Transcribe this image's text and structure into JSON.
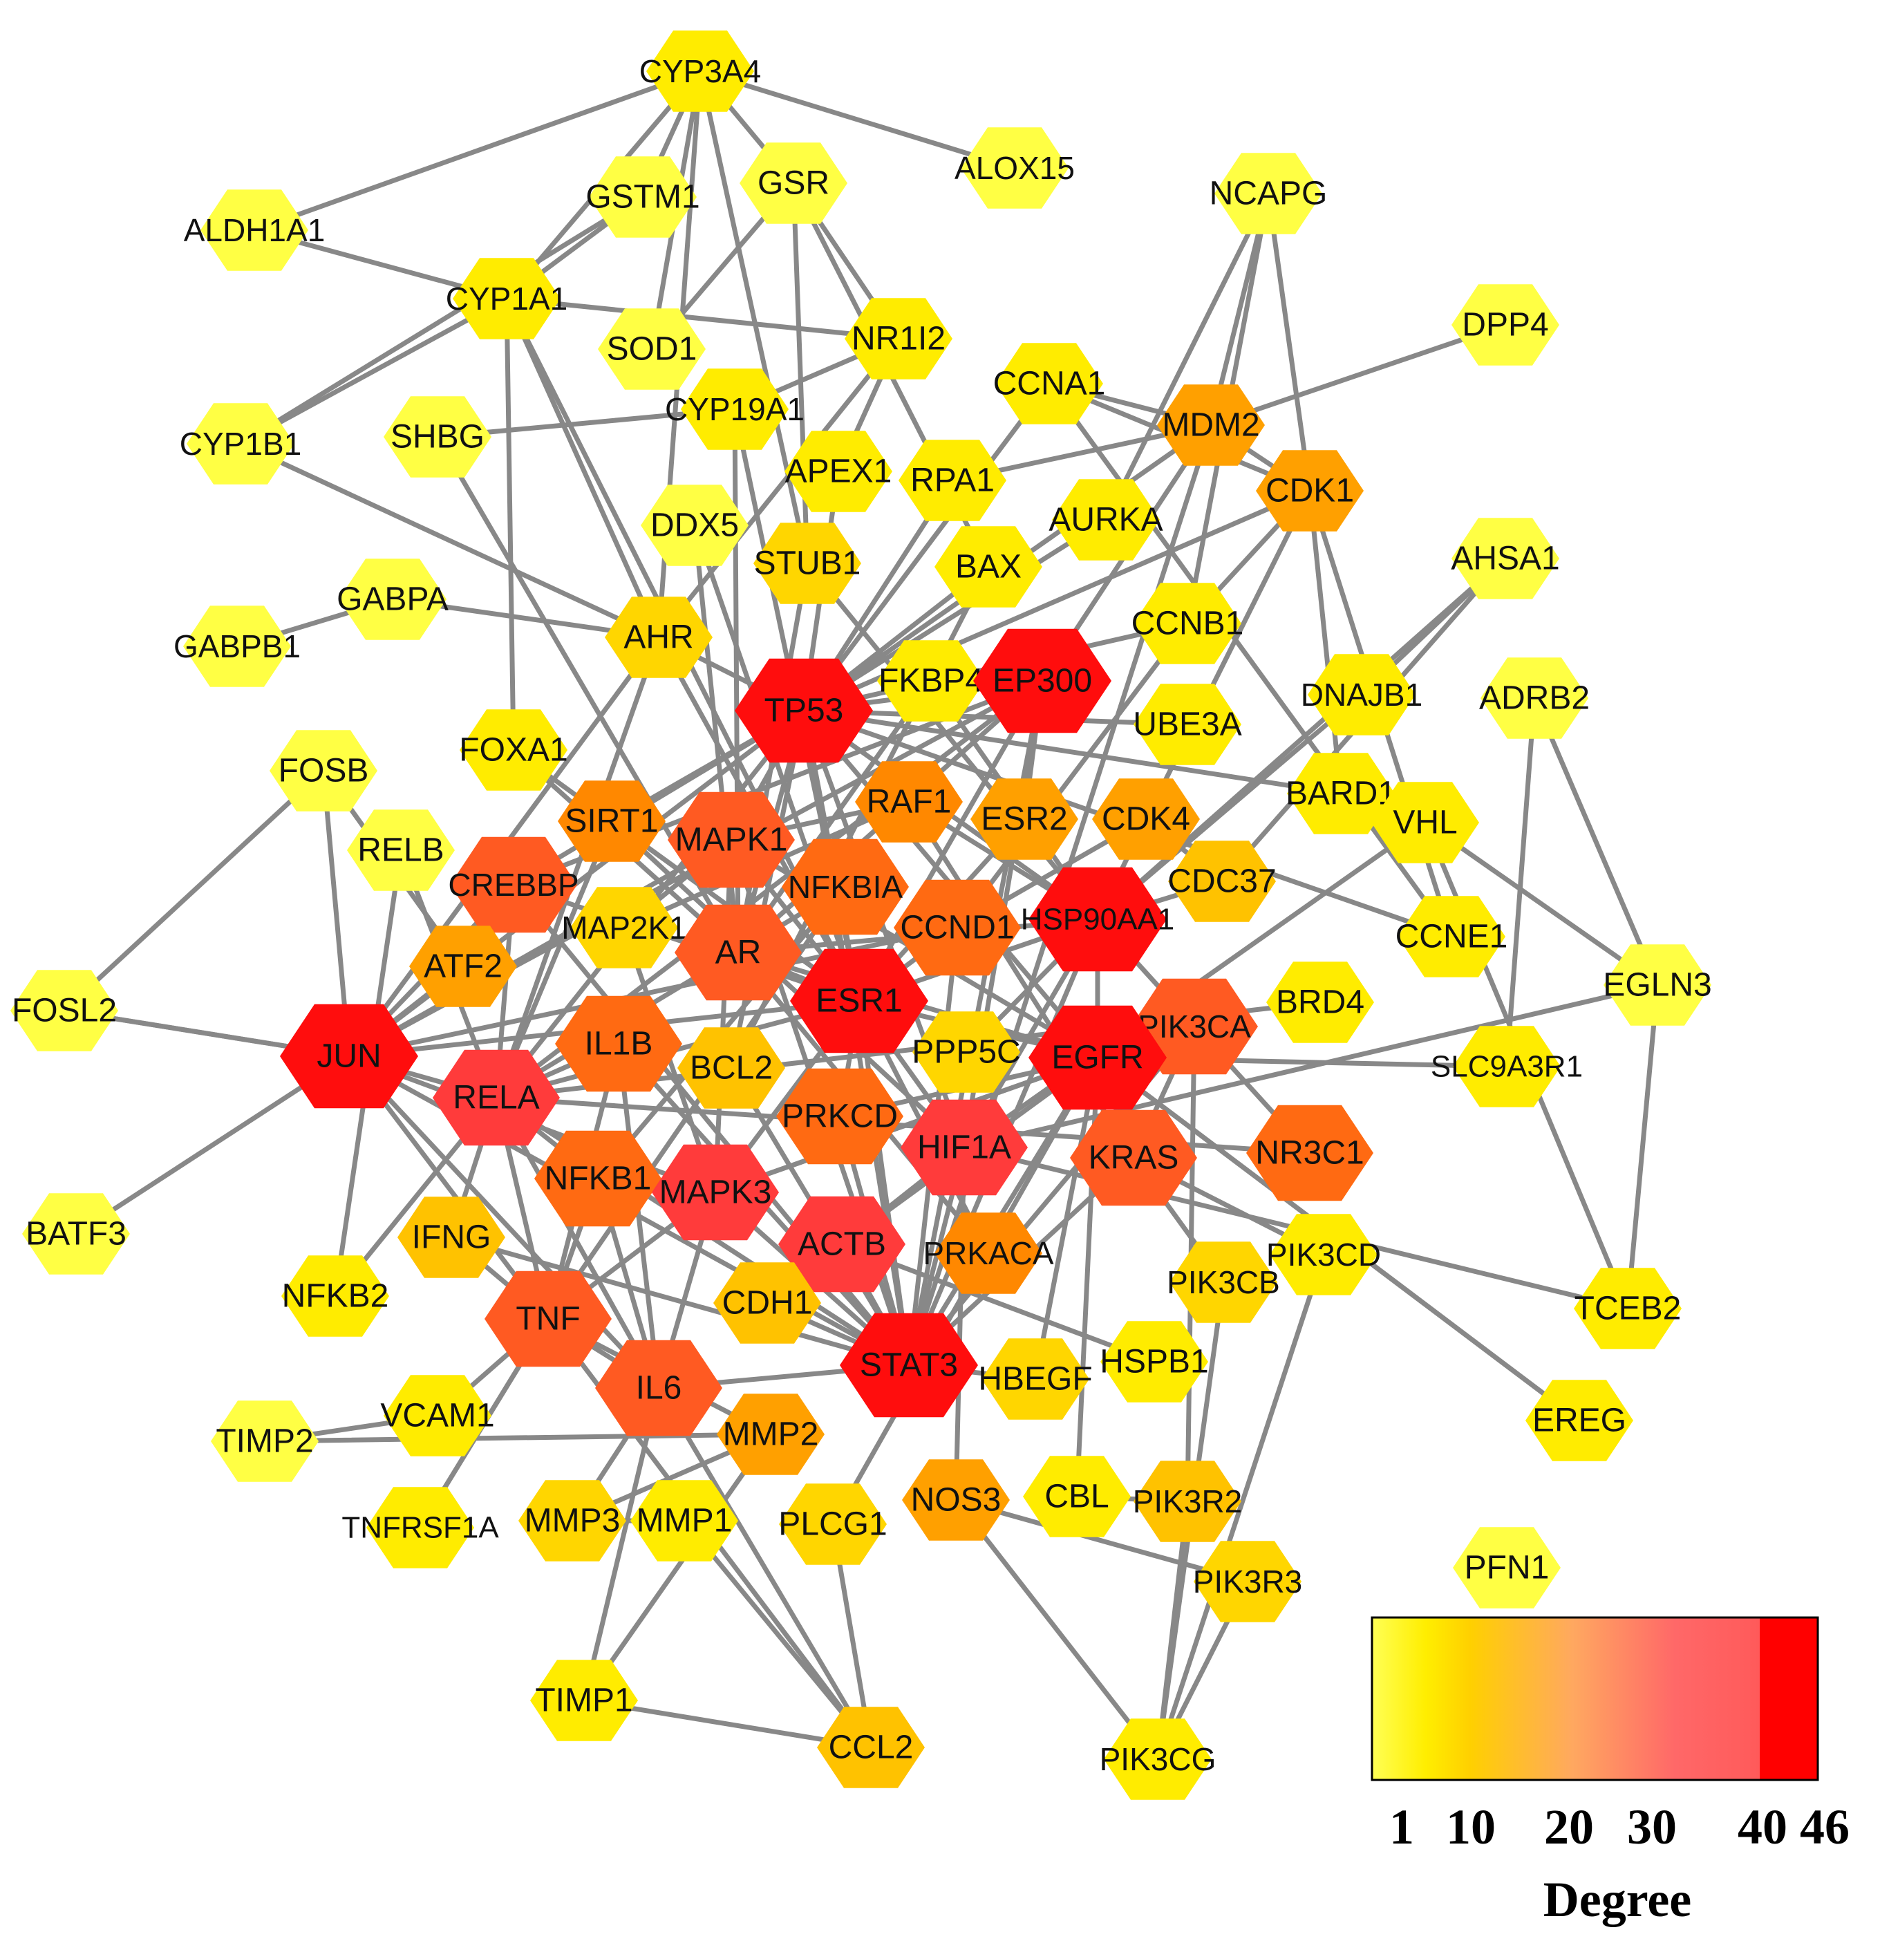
{
  "colors": {
    "edge": "#888888",
    "low": "#ffff44",
    "mid": "#ffd200",
    "high": "#ff6060",
    "max": "#ff0000"
  },
  "nodes": [
    {
      "id": "CYP3A4",
      "degree": 4
    },
    {
      "id": "ALOX15",
      "degree": 1
    },
    {
      "id": "GSTM1",
      "degree": 3
    },
    {
      "id": "GSR",
      "degree": 3
    },
    {
      "id": "NCAPG",
      "degree": 3
    },
    {
      "id": "ALDH1A1",
      "degree": 2
    },
    {
      "id": "CYP1A1",
      "degree": 5
    },
    {
      "id": "SOD1",
      "degree": 2
    },
    {
      "id": "NR1I2",
      "degree": 4
    },
    {
      "id": "DPP4",
      "degree": 1
    },
    {
      "id": "CYP1B1",
      "degree": 3
    },
    {
      "id": "SHBG",
      "degree": 2
    },
    {
      "id": "CYP19A1",
      "degree": 4
    },
    {
      "id": "CCNA1",
      "degree": 5
    },
    {
      "id": "MDM2",
      "degree": 15
    },
    {
      "id": "APEX1",
      "degree": 5
    },
    {
      "id": "RPA1",
      "degree": 5
    },
    {
      "id": "CDK1",
      "degree": 14
    },
    {
      "id": "DDX5",
      "degree": 3
    },
    {
      "id": "AURKA",
      "degree": 6
    },
    {
      "id": "STUB1",
      "degree": 8
    },
    {
      "id": "BAX",
      "degree": 6
    },
    {
      "id": "AHSA1",
      "degree": 3
    },
    {
      "id": "GABPA",
      "degree": 1
    },
    {
      "id": "GABPB1",
      "degree": 1
    },
    {
      "id": "AHR",
      "degree": 8
    },
    {
      "id": "CCNB1",
      "degree": 6
    },
    {
      "id": "TP53",
      "degree": 45
    },
    {
      "id": "FKBP4",
      "degree": 6
    },
    {
      "id": "EP300",
      "degree": 42
    },
    {
      "id": "DNAJB1",
      "degree": 5
    },
    {
      "id": "ADRB2",
      "degree": 2
    },
    {
      "id": "UBE3A",
      "degree": 5
    },
    {
      "id": "FOSB",
      "degree": 2
    },
    {
      "id": "FOXA1",
      "degree": 4
    },
    {
      "id": "SIRT1",
      "degree": 18
    },
    {
      "id": "RAF1",
      "degree": 19
    },
    {
      "id": "ESR2",
      "degree": 14
    },
    {
      "id": "CDK4",
      "degree": 14
    },
    {
      "id": "BARD1",
      "degree": 5
    },
    {
      "id": "VHL",
      "degree": 4
    },
    {
      "id": "MAPK1",
      "degree": 28
    },
    {
      "id": "RELB",
      "degree": 3
    },
    {
      "id": "CREBBP",
      "degree": 27
    },
    {
      "id": "NFKBIA",
      "degree": 22
    },
    {
      "id": "CDC37",
      "degree": 10
    },
    {
      "id": "HSP90AA1",
      "degree": 46
    },
    {
      "id": "CCND1",
      "degree": 24
    },
    {
      "id": "MAP2K1",
      "degree": 7
    },
    {
      "id": "CCNE1",
      "degree": 6
    },
    {
      "id": "AR",
      "degree": 28
    },
    {
      "id": "ATF2",
      "degree": 15
    },
    {
      "id": "FOSL2",
      "degree": 2
    },
    {
      "id": "ESR1",
      "degree": 46
    },
    {
      "id": "EGLN3",
      "degree": 3
    },
    {
      "id": "BRD4",
      "degree": 4
    },
    {
      "id": "PIK3CA",
      "degree": 26
    },
    {
      "id": "IL1B",
      "degree": 23
    },
    {
      "id": "JUN",
      "degree": 40
    },
    {
      "id": "PPP5C",
      "degree": 7
    },
    {
      "id": "BCL2",
      "degree": 10
    },
    {
      "id": "EGFR",
      "degree": 44
    },
    {
      "id": "SLC9A3R1",
      "degree": 4
    },
    {
      "id": "RELA",
      "degree": 39
    },
    {
      "id": "PRKCD",
      "degree": 21
    },
    {
      "id": "HIF1A",
      "degree": 33
    },
    {
      "id": "KRAS",
      "degree": 32
    },
    {
      "id": "NR3C1",
      "degree": 24
    },
    {
      "id": "NFKB1",
      "degree": 23
    },
    {
      "id": "MAPK3",
      "degree": 36
    },
    {
      "id": "BATF3",
      "degree": 1
    },
    {
      "id": "IFNG",
      "degree": 13
    },
    {
      "id": "ACTB",
      "degree": 34
    },
    {
      "id": "PRKACA",
      "degree": 19
    },
    {
      "id": "PIK3CD",
      "degree": 6
    },
    {
      "id": "NFKB2",
      "degree": 4
    },
    {
      "id": "CDH1",
      "degree": 12
    },
    {
      "id": "PIK3CB",
      "degree": 7
    },
    {
      "id": "TNF",
      "degree": 28
    },
    {
      "id": "TCEB2",
      "degree": 4
    },
    {
      "id": "STAT3",
      "degree": 45
    },
    {
      "id": "HBEGF",
      "degree": 8
    },
    {
      "id": "HSPB1",
      "degree": 5
    },
    {
      "id": "IL6",
      "degree": 27
    },
    {
      "id": "VCAM1",
      "degree": 5
    },
    {
      "id": "TIMP2",
      "degree": 3
    },
    {
      "id": "EREG",
      "degree": 4
    },
    {
      "id": "MMP2",
      "degree": 15
    },
    {
      "id": "CBL",
      "degree": 6
    },
    {
      "id": "NOS3",
      "degree": 15
    },
    {
      "id": "PIK3R2",
      "degree": 10
    },
    {
      "id": "TNFRSF1A",
      "degree": 5
    },
    {
      "id": "MMP3",
      "degree": 8
    },
    {
      "id": "MMP1",
      "degree": 6
    },
    {
      "id": "PLCG1",
      "degree": 8
    },
    {
      "id": "PFN1",
      "degree": 1
    },
    {
      "id": "PIK3R3",
      "degree": 7
    },
    {
      "id": "TIMP1",
      "degree": 6
    },
    {
      "id": "CCL2",
      "degree": 13
    },
    {
      "id": "PIK3CG",
      "degree": 6
    }
  ],
  "node_labels": {
    "CYP3A4": "CYP3A4",
    "ALOX15": "ALOX15",
    "GSTM1": "GSTM1",
    "GSR": "GSR",
    "NCAPG": "NCAPG",
    "ALDH1A1": "ALDH1A1",
    "CYP1A1": "CYP1A1",
    "SOD1": "SOD1",
    "NR1I2": "NR1I2",
    "DPP4": "DPP4",
    "CYP1B1": "CYP1B1",
    "SHBG": "SHBG",
    "CYP19A1": "CYP19A1",
    "CCNA1": "CCNA1",
    "MDM2": "MDM2",
    "APEX1": "APEX1",
    "RPA1": "RPA1",
    "CDK1": "CDK1",
    "DDX5": "DDX5",
    "AURKA": "AURKA",
    "STUB1": "STUB1",
    "BAX": "BAX",
    "AHSA1": "AHSA1",
    "GABPA": "GABPA",
    "GABPB1": "GABPB1",
    "AHR": "AHR",
    "CCNB1": "CCNB1",
    "TP53": "TP53",
    "FKBP4": "FKBP4",
    "EP300": "EP300",
    "DNAJB1": "DNAJB1",
    "ADRB2": "ADRB2",
    "UBE3A": "UBE3A",
    "FOSB": "FOSB",
    "FOXA1": "FOXA1",
    "SIRT1": "SIRT1",
    "RAF1": "RAF1",
    "ESR2": "ESR2",
    "CDK4": "CDK4",
    "BARD1": "BARD1",
    "VHL": "VHL",
    "MAPK1": "MAPK1",
    "RELB": "RELB",
    "CREBBP": "CREBBP",
    "NFKBIA": "NFKBIA",
    "CDC37": "CDC37",
    "HSP90AA1": "HSP90AA1",
    "CCND1": "CCND1",
    "MAP2K1": "MAP2K1",
    "CCNE1": "CCNE1",
    "AR": "AR",
    "ATF2": "ATF2",
    "FOSL2": "FOSL2",
    "ESR1": "ESR1",
    "EGLN3": "EGLN3",
    "BRD4": "BRD4",
    "PIK3CA": "PIK3CA",
    "IL1B": "IL1B",
    "JUN": "JUN",
    "PPP5C": "PPP5C",
    "BCL2": "BCL2",
    "EGFR": "EGFR",
    "SLC9A3R1": "SLC9A3R1",
    "RELA": "RELA",
    "PRKCD": "PRKCD",
    "HIF1A": "HIF1A",
    "KRAS": "KRAS",
    "NR3C1": "NR3C1",
    "NFKB1": "NFKB1",
    "MAPK3": "MAPK3",
    "BATF3": "BATF3",
    "IFNG": "IFNG",
    "ACTB": "ACTB",
    "PRKACA": "PRKACA",
    "PIK3CD": "PIK3CD",
    "NFKB2": "NFKB2",
    "CDH1": "CDH1",
    "PIK3CB": "PIK3CB",
    "TNF": "TNF",
    "TCEB2": "TCEB2",
    "STAT3": "STAT3",
    "HBEGF": "HBEGF",
    "HSPB1": "HSPB1",
    "IL6": "IL6",
    "VCAM1": "VCAM1",
    "TIMP2": "TIMP2",
    "EREG": "EREG",
    "MMP2": "MMP2",
    "CBL": "CBL",
    "NOS3": "NOS3",
    "PIK3R2": "PIK3R2",
    "TNFRSF1A": "TNFRSF1A",
    "MMP3": "MMP3",
    "MMP1": "MMP1",
    "PLCG1": "PLCG1",
    "PFN1": "PFN1",
    "PIK3R3": "PIK3R3",
    "TIMP1": "TIMP1",
    "CCL2": "CCL2",
    "PIK3CG": "PIK3CG"
  },
  "edges": [
    [
      "CYP3A4",
      "ALOX15"
    ],
    [
      "CYP3A4",
      "GSTM1"
    ],
    [
      "CYP3A4",
      "GSR"
    ],
    [
      "CYP3A4",
      "ALDH1A1"
    ],
    [
      "CYP3A4",
      "CYP1A1"
    ],
    [
      "CYP3A4",
      "SOD1"
    ],
    [
      "CYP3A4",
      "AHR"
    ],
    [
      "CYP3A4",
      "STUB1"
    ],
    [
      "GSTM1",
      "CYP1A1"
    ],
    [
      "GSTM1",
      "CYP1B1"
    ],
    [
      "GSR",
      "NR1I2"
    ],
    [
      "GSR",
      "SOD1"
    ],
    [
      "GSR",
      "STUB1"
    ],
    [
      "GSR",
      "BAX"
    ],
    [
      "NCAPG",
      "MDM2"
    ],
    [
      "NCAPG",
      "CDK1"
    ],
    [
      "NCAPG",
      "CCNB1"
    ],
    [
      "NCAPG",
      "AURKA"
    ],
    [
      "ALDH1A1",
      "CYP1A1"
    ],
    [
      "CYP1A1",
      "NR1I2"
    ],
    [
      "CYP1A1",
      "CYP1B1"
    ],
    [
      "CYP1A1",
      "AHR"
    ],
    [
      "CYP1A1",
      "FOXA1"
    ],
    [
      "CYP1A1",
      "ESR1"
    ],
    [
      "NR1I2",
      "CYP19A1"
    ],
    [
      "NR1I2",
      "AHR"
    ],
    [
      "NR1I2",
      "APEX1"
    ],
    [
      "DPP4",
      "MDM2"
    ],
    [
      "CYP1B1",
      "AHR"
    ],
    [
      "SHBG",
      "CYP19A1"
    ],
    [
      "SHBG",
      "AR"
    ],
    [
      "CYP19A1",
      "ESR1"
    ],
    [
      "CYP19A1",
      "AR"
    ],
    [
      "CCNA1",
      "MDM2"
    ],
    [
      "CCNA1",
      "CDK1"
    ],
    [
      "CCNA1",
      "TP53"
    ],
    [
      "CCNA1",
      "CCNE1"
    ],
    [
      "MDM2",
      "TP53"
    ],
    [
      "MDM2",
      "CDK1"
    ],
    [
      "MDM2",
      "EP300"
    ],
    [
      "MDM2",
      "RPA1"
    ],
    [
      "MDM2",
      "STAT3"
    ],
    [
      "APEX1",
      "TP53"
    ],
    [
      "RPA1",
      "TP53"
    ],
    [
      "CDK1",
      "CCNB1"
    ],
    [
      "CDK1",
      "TP53"
    ],
    [
      "CDK1",
      "CDK4"
    ],
    [
      "CDK1",
      "CCNE1"
    ],
    [
      "CDK1",
      "BARD1"
    ],
    [
      "DDX5",
      "ESR1"
    ],
    [
      "DDX5",
      "AR"
    ],
    [
      "AURKA",
      "TP53"
    ],
    [
      "STUB1",
      "HSP90AA1"
    ],
    [
      "STUB1",
      "AR"
    ],
    [
      "BAX",
      "TP53"
    ],
    [
      "BAX",
      "BCL2"
    ],
    [
      "AHSA1",
      "HSP90AA1"
    ],
    [
      "AHSA1",
      "CDC37"
    ],
    [
      "AHSA1",
      "DNAJB1"
    ],
    [
      "GABPA",
      "AHR"
    ],
    [
      "GABPB1",
      "GABPA"
    ],
    [
      "AHR",
      "TP53"
    ],
    [
      "AHR",
      "ESR1"
    ],
    [
      "AHR",
      "RELA"
    ],
    [
      "AHR",
      "JUN"
    ],
    [
      "CCNB1",
      "TP53"
    ],
    [
      "CCNB1",
      "CCND1"
    ],
    [
      "TP53",
      "EP300"
    ],
    [
      "TP53",
      "HSP90AA1"
    ],
    [
      "TP53",
      "ESR1"
    ],
    [
      "TP53",
      "MAPK1"
    ],
    [
      "TP53",
      "JUN"
    ],
    [
      "TP53",
      "RELA"
    ],
    [
      "TP53",
      "STAT3"
    ],
    [
      "TP53",
      "SIRT1"
    ],
    [
      "TP53",
      "CREBBP"
    ],
    [
      "TP53",
      "AR"
    ],
    [
      "TP53",
      "EGFR"
    ],
    [
      "TP53",
      "HIF1A"
    ],
    [
      "FKBP4",
      "HSP90AA1"
    ],
    [
      "FKBP4",
      "AR"
    ],
    [
      "EP300",
      "ESR1"
    ],
    [
      "EP300",
      "STAT3"
    ],
    [
      "EP300",
      "HIF1A"
    ],
    [
      "EP300",
      "RELA"
    ],
    [
      "EP300",
      "CREBBP"
    ],
    [
      "EP300",
      "AR"
    ],
    [
      "EP300",
      "JUN"
    ],
    [
      "DNAJB1",
      "HSP90AA1"
    ],
    [
      "ADRB2",
      "EGLN3"
    ],
    [
      "ADRB2",
      "SLC9A3R1"
    ],
    [
      "UBE3A",
      "TP53"
    ],
    [
      "FOSB",
      "JUN"
    ],
    [
      "FOSB",
      "ATF2"
    ],
    [
      "FOXA1",
      "ESR1"
    ],
    [
      "FOXA1",
      "AR"
    ],
    [
      "SIRT1",
      "ESR1"
    ],
    [
      "SIRT1",
      "RELA"
    ],
    [
      "SIRT1",
      "HIF1A"
    ],
    [
      "RAF1",
      "MAPK1"
    ],
    [
      "RAF1",
      "HSP90AA1"
    ],
    [
      "RAF1",
      "KRAS"
    ],
    [
      "RAF1",
      "MAP2K1"
    ],
    [
      "ESR2",
      "ESR1"
    ],
    [
      "ESR2",
      "EP300"
    ],
    [
      "CDK4",
      "HSP90AA1"
    ],
    [
      "CDK4",
      "CCND1"
    ],
    [
      "CDK4",
      "CDC37"
    ],
    [
      "BARD1",
      "TP53"
    ],
    [
      "VHL",
      "HIF1A"
    ],
    [
      "VHL",
      "EGLN3"
    ],
    [
      "VHL",
      "TCEB2"
    ],
    [
      "MAPK1",
      "ESR1"
    ],
    [
      "MAPK1",
      "EGFR"
    ],
    [
      "MAPK1",
      "STAT3"
    ],
    [
      "MAPK1",
      "JUN"
    ],
    [
      "MAPK1",
      "MAPK3"
    ],
    [
      "MAPK1",
      "MAP2K1"
    ],
    [
      "RELB",
      "RELA"
    ],
    [
      "RELB",
      "NFKB2"
    ],
    [
      "CREBBP",
      "RELA"
    ],
    [
      "CREBBP",
      "STAT3"
    ],
    [
      "CREBBP",
      "JUN"
    ],
    [
      "CREBBP",
      "ESR1"
    ],
    [
      "NFKBIA",
      "RELA"
    ],
    [
      "NFKBIA",
      "NFKB1"
    ],
    [
      "NFKBIA",
      "TNF"
    ],
    [
      "CDC37",
      "HSP90AA1"
    ],
    [
      "HSP90AA1",
      "ESR1"
    ],
    [
      "HSP90AA1",
      "EGFR"
    ],
    [
      "HSP90AA1",
      "AR"
    ],
    [
      "HSP90AA1",
      "HIF1A"
    ],
    [
      "HSP90AA1",
      "STAT3"
    ],
    [
      "CCND1",
      "ESR1"
    ],
    [
      "CCND1",
      "STAT3"
    ],
    [
      "CCNE1",
      "TP53"
    ],
    [
      "AR",
      "ESR1"
    ],
    [
      "AR",
      "EGFR"
    ],
    [
      "ATF2",
      "JUN"
    ],
    [
      "FOSL2",
      "JUN"
    ],
    [
      "FOSL2",
      "FOSB"
    ],
    [
      "ESR1",
      "EGFR"
    ],
    [
      "ESR1",
      "STAT3"
    ],
    [
      "ESR1",
      "JUN"
    ],
    [
      "ESR1",
      "RELA"
    ],
    [
      "ESR1",
      "HIF1A"
    ],
    [
      "ESR1",
      "MAPK3"
    ],
    [
      "EGLN3",
      "HIF1A"
    ],
    [
      "EGLN3",
      "TCEB2"
    ],
    [
      "BRD4",
      "RELA"
    ],
    [
      "PIK3CA",
      "EGFR"
    ],
    [
      "PIK3CA",
      "KRAS"
    ],
    [
      "PIK3CA",
      "STAT3"
    ],
    [
      "PIK3CA",
      "PIK3R2"
    ],
    [
      "IL1B",
      "TNF"
    ],
    [
      "IL1B",
      "IL6"
    ],
    [
      "IL1B",
      "RELA"
    ],
    [
      "JUN",
      "RELA"
    ],
    [
      "JUN",
      "STAT3"
    ],
    [
      "JUN",
      "IL6"
    ],
    [
      "JUN",
      "TNF"
    ],
    [
      "JUN",
      "BATF3"
    ],
    [
      "JUN",
      "FOSL2"
    ],
    [
      "JUN",
      "MAPK3"
    ],
    [
      "PPP5C",
      "HSP90AA1"
    ],
    [
      "BCL2",
      "TP53"
    ],
    [
      "BCL2",
      "STAT3"
    ],
    [
      "EGFR",
      "STAT3"
    ],
    [
      "EGFR",
      "KRAS"
    ],
    [
      "EGFR",
      "CBL"
    ],
    [
      "EGFR",
      "HBEGF"
    ],
    [
      "EGFR",
      "EREG"
    ],
    [
      "EGFR",
      "PLCG1"
    ],
    [
      "EGFR",
      "MAPK3"
    ],
    [
      "SLC9A3R1",
      "EGFR"
    ],
    [
      "RELA",
      "TNF"
    ],
    [
      "RELA",
      "IL6"
    ],
    [
      "RELA",
      "STAT3"
    ],
    [
      "RELA",
      "NFKB1"
    ],
    [
      "PRKCD",
      "EGFR"
    ],
    [
      "PRKCD",
      "STAT3"
    ],
    [
      "HIF1A",
      "STAT3"
    ],
    [
      "HIF1A",
      "NOS3"
    ],
    [
      "KRAS",
      "PIK3CD"
    ],
    [
      "KRAS",
      "PIK3CB"
    ],
    [
      "NR3C1",
      "HSP90AA1"
    ],
    [
      "NR3C1",
      "RELA"
    ],
    [
      "NFKB1",
      "TNF"
    ],
    [
      "MAPK3",
      "STAT3"
    ],
    [
      "MAPK3",
      "EGFR"
    ],
    [
      "IFNG",
      "TNF"
    ],
    [
      "IFNG",
      "STAT3"
    ],
    [
      "ACTB",
      "STAT3"
    ],
    [
      "ACTB",
      "EGFR"
    ],
    [
      "PRKACA",
      "ESR1"
    ],
    [
      "PRKACA",
      "AR"
    ],
    [
      "PIK3CD",
      "PIK3CG"
    ],
    [
      "NFKB2",
      "RELA"
    ],
    [
      "CDH1",
      "STAT3"
    ],
    [
      "PIK3CB",
      "PIK3CG"
    ],
    [
      "TNF",
      "IL6"
    ],
    [
      "TNF",
      "VCAM1"
    ],
    [
      "TNF",
      "MMP2"
    ],
    [
      "TNF",
      "TNFRSF1A"
    ],
    [
      "TCEB2",
      "HIF1A"
    ],
    [
      "STAT3",
      "IL6"
    ],
    [
      "STAT3",
      "HBEGF"
    ],
    [
      "HSPB1",
      "ACTB"
    ],
    [
      "IL6",
      "CCL2"
    ],
    [
      "IL6",
      "MMP3"
    ],
    [
      "IL6",
      "TIMP1"
    ],
    [
      "VCAM1",
      "TIMP2"
    ],
    [
      "TIMP2",
      "MMP2"
    ],
    [
      "EREG",
      "EGFR"
    ],
    [
      "MMP2",
      "TIMP1"
    ],
    [
      "MMP2",
      "MMP3"
    ],
    [
      "CBL",
      "PIK3R2"
    ],
    [
      "NOS3",
      "PIK3R3"
    ],
    [
      "PIK3R2",
      "PIK3CG"
    ],
    [
      "TNFRSF1A",
      "TNF"
    ],
    [
      "MMP3",
      "MMP1"
    ],
    [
      "MMP1",
      "CCL2"
    ],
    [
      "PLCG1",
      "CCL2"
    ],
    [
      "PIK3R3",
      "PIK3CG"
    ],
    [
      "TIMP1",
      "CCL2"
    ],
    [
      "CCL2",
      "TNF"
    ],
    [
      "PIK3CG",
      "NOS3"
    ],
    [
      "MAPK3",
      "IL6"
    ],
    [
      "MAPK3",
      "TNF"
    ],
    [
      "PRKCD",
      "ESR1"
    ],
    [
      "KRAS",
      "STAT3"
    ],
    [
      "ACTB",
      "HIF1A"
    ],
    [
      "IL1B",
      "STAT3"
    ],
    [
      "RELA",
      "IFNG"
    ],
    [
      "NFKB1",
      "IL6"
    ],
    [
      "CCND1",
      "JUN"
    ],
    [
      "MAP2K1",
      "MAPK3"
    ]
  ],
  "legend": {
    "title": "Degree",
    "ticks": [
      "1",
      "10",
      "20",
      "30",
      "40",
      "46"
    ],
    "tick_values": [
      1,
      10,
      20,
      30,
      40,
      46
    ],
    "min": 1,
    "max": 46
  }
}
